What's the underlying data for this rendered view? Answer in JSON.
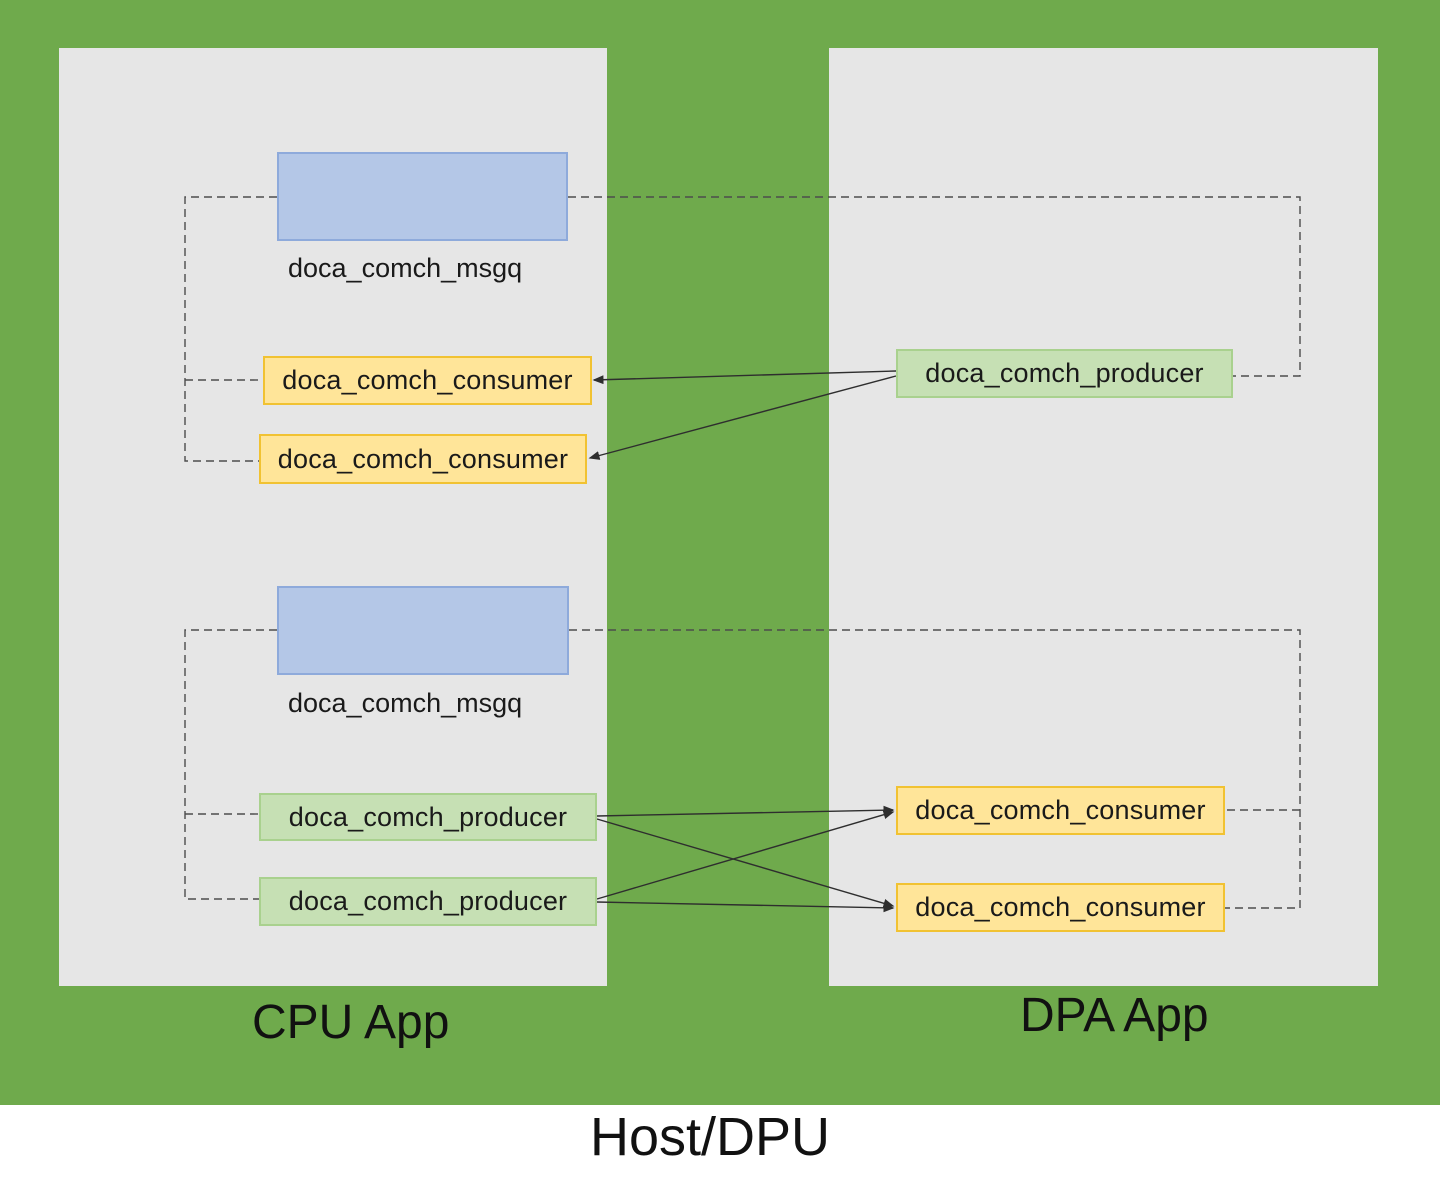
{
  "title": "Host/DPU",
  "panels": {
    "cpu": {
      "label": "CPU App"
    },
    "dpa": {
      "label": "DPA App"
    }
  },
  "top_flow": {
    "msgq_label": "doca_comch_msgq",
    "cpu_consumer_1": "doca_comch_consumer",
    "cpu_consumer_2": "doca_comch_consumer",
    "dpa_producer": "doca_comch_producer"
  },
  "bottom_flow": {
    "msgq_label": "doca_comch_msgq",
    "cpu_producer_1": "doca_comch_producer",
    "cpu_producer_2": "doca_comch_producer",
    "dpa_consumer_1": "doca_comch_consumer",
    "dpa_consumer_2": "doca_comch_consumer"
  },
  "colors": {
    "background_green": "#6FAA4C",
    "panel_gray": "#E6E6E6",
    "msgq_fill": "#B4C7E7",
    "msgq_border": "#8EAADB",
    "consumer_fill": "#FFE599",
    "consumer_border": "#F1C232",
    "producer_fill": "#C6E0B4",
    "producer_border": "#A9D18E",
    "connector": "#2E2E2E",
    "dashed": "#4D4D4D",
    "text": "#1A1A1A"
  }
}
